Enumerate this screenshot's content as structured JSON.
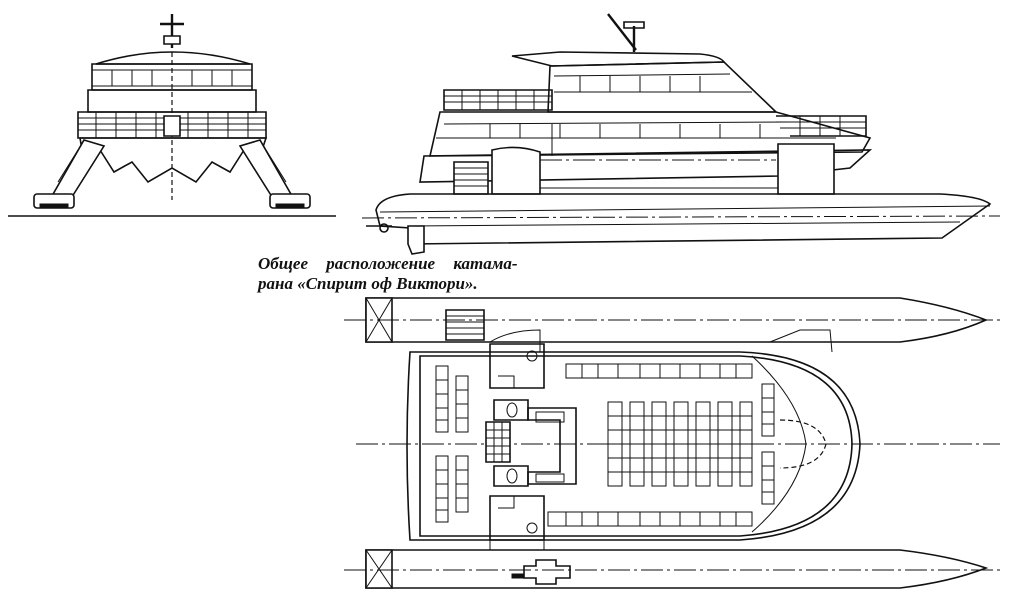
{
  "caption": {
    "line1": "Общее расположение катама-",
    "line2": "рана «Спирит оф Виктори»."
  },
  "views": [
    "front-elevation",
    "side-elevation",
    "deck-plan"
  ],
  "colors": {
    "ink": "#111111",
    "paper": "#ffffff"
  }
}
